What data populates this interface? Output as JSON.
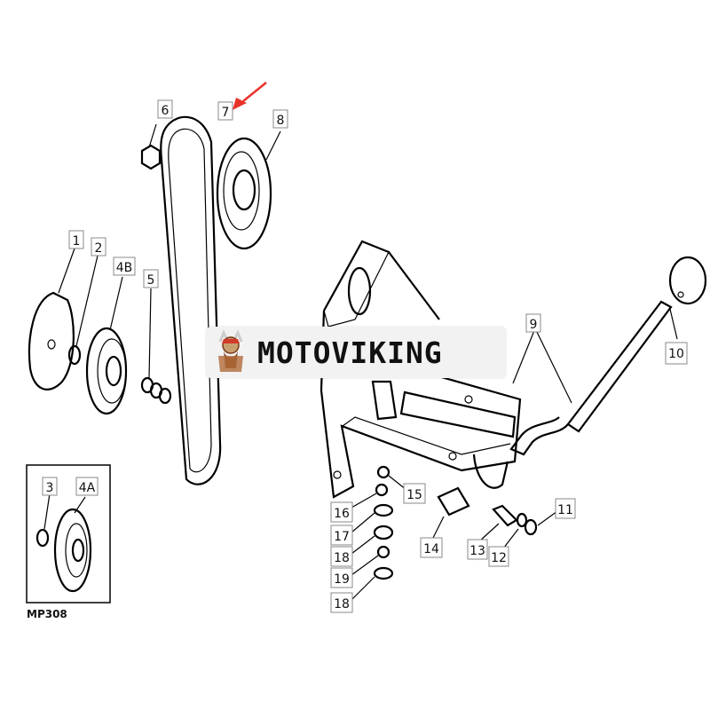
{
  "diagram_code": "MP308",
  "watermark": {
    "text": "MOTOVIKING"
  },
  "callouts": [
    {
      "id": "c1",
      "label": "1"
    },
    {
      "id": "c2",
      "label": "2"
    },
    {
      "id": "c4b",
      "label": "4B"
    },
    {
      "id": "c5",
      "label": "5"
    },
    {
      "id": "c6",
      "label": "6"
    },
    {
      "id": "c7",
      "label": "7"
    },
    {
      "id": "c8",
      "label": "8"
    },
    {
      "id": "c9",
      "label": "9"
    },
    {
      "id": "c10",
      "label": "10"
    },
    {
      "id": "c11",
      "label": "11"
    },
    {
      "id": "c12",
      "label": "12"
    },
    {
      "id": "c13",
      "label": "13"
    },
    {
      "id": "c14",
      "label": "14"
    },
    {
      "id": "c15",
      "label": "15"
    },
    {
      "id": "c16",
      "label": "16"
    },
    {
      "id": "c17",
      "label": "17"
    },
    {
      "id": "c18a",
      "label": "18"
    },
    {
      "id": "c19",
      "label": "19"
    },
    {
      "id": "c18b",
      "label": "18"
    },
    {
      "id": "c3",
      "label": "3"
    },
    {
      "id": "c4a",
      "label": "4A"
    }
  ],
  "colors": {
    "arrow": "#e8332a",
    "callout_border": "#888888",
    "line": "#000000"
  }
}
